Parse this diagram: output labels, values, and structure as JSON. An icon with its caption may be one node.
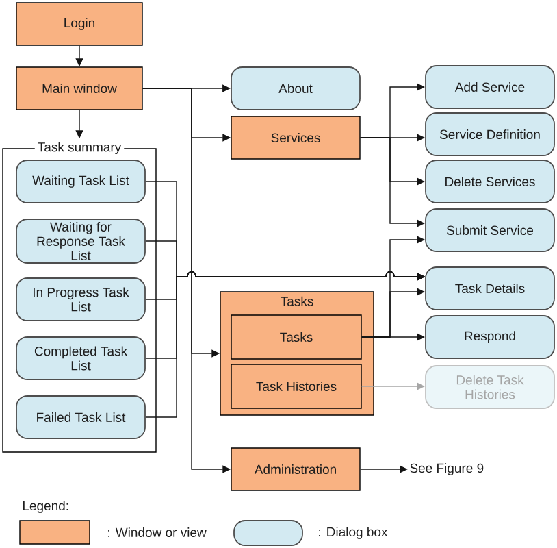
{
  "diagram": {
    "nodes": [
      {
        "text": [
          "Login"
        ]
      },
      {
        "text": [
          "Main window"
        ]
      },
      {
        "text": [
          "Task summary"
        ]
      },
      {
        "text": [
          "Waiting Task List"
        ],
        "in": 2
      },
      {
        "text": [
          "Waiting for Response Task List"
        ],
        "in": 2
      },
      {
        "text": [
          "In Progress Task List"
        ],
        "in": 2
      },
      {
        "text": [
          "Completed Task List"
        ],
        "in": 2
      },
      {
        "text": [
          "Failed Task List"
        ],
        "in": 2
      },
      {
        "text": [
          "About"
        ]
      },
      {
        "text": [
          "Services"
        ]
      },
      {
        "text": [
          "Add Service"
        ]
      },
      {
        "text": [
          "Service Definition"
        ]
      },
      {
        "text": [
          "Delete Services"
        ]
      },
      {
        "text": [
          "Submit Service"
        ]
      },
      {
        "text": [
          "Tasks"
        ]
      },
      {
        "text": [
          "Tasks"
        ],
        "in": 14
      },
      {
        "text": [
          "Task Histories"
        ],
        "in": 14
      },
      {
        "text": [
          "Task Details"
        ]
      },
      {
        "text": [
          "Respond"
        ]
      },
      {
        "text": [
          "Delete Task Histories"
        ]
      },
      {
        "text": [
          "Administration"
        ]
      },
      {
        "text": [
          "See Figure 9"
        ]
      }
    ],
    "edges": [
      {
        "from": 0,
        "to": 1,
        "arrow": "to"
      },
      {
        "from": 1,
        "to": 2,
        "arrow": "to"
      },
      {
        "from": 1,
        "to": 8,
        "arrow": "to"
      },
      {
        "from": 1,
        "to": 9,
        "arrow": "to"
      },
      {
        "from": 1,
        "to": 14,
        "arrow": "to"
      },
      {
        "from": 1,
        "to": 20,
        "arrow": "to"
      },
      {
        "from": 9,
        "to": 10,
        "arrow": "to"
      },
      {
        "from": 9,
        "to": 11,
        "arrow": "to"
      },
      {
        "from": 9,
        "to": 12,
        "arrow": "to"
      },
      {
        "from": 9,
        "to": 13,
        "arrow": "to"
      },
      {
        "from": 3,
        "to": 17,
        "arrow": "to"
      },
      {
        "from": 4,
        "to": 17,
        "arrow": "to"
      },
      {
        "from": 5,
        "to": 17,
        "arrow": "to"
      },
      {
        "from": 6,
        "to": 17,
        "arrow": "to"
      },
      {
        "from": 7,
        "to": 17,
        "arrow": "to"
      },
      {
        "from": 15,
        "to": 13,
        "arrow": "to"
      },
      {
        "from": 15,
        "to": 17,
        "arrow": "to"
      },
      {
        "from": 15,
        "to": 18,
        "arrow": "to"
      },
      {
        "from": 16,
        "to": 19,
        "arrow": "to",
        "color": "#a6a6a6"
      },
      {
        "from": 20,
        "to": 21,
        "arrow": "to"
      }
    ],
    "labels": [
      "Legend:"
    ],
    "legend": [
      {
        "text": ": Window or view",
        "color": "#f9b282"
      },
      {
        "text": ": Dialog box",
        "color": "#d3eaf2"
      }
    ]
  }
}
